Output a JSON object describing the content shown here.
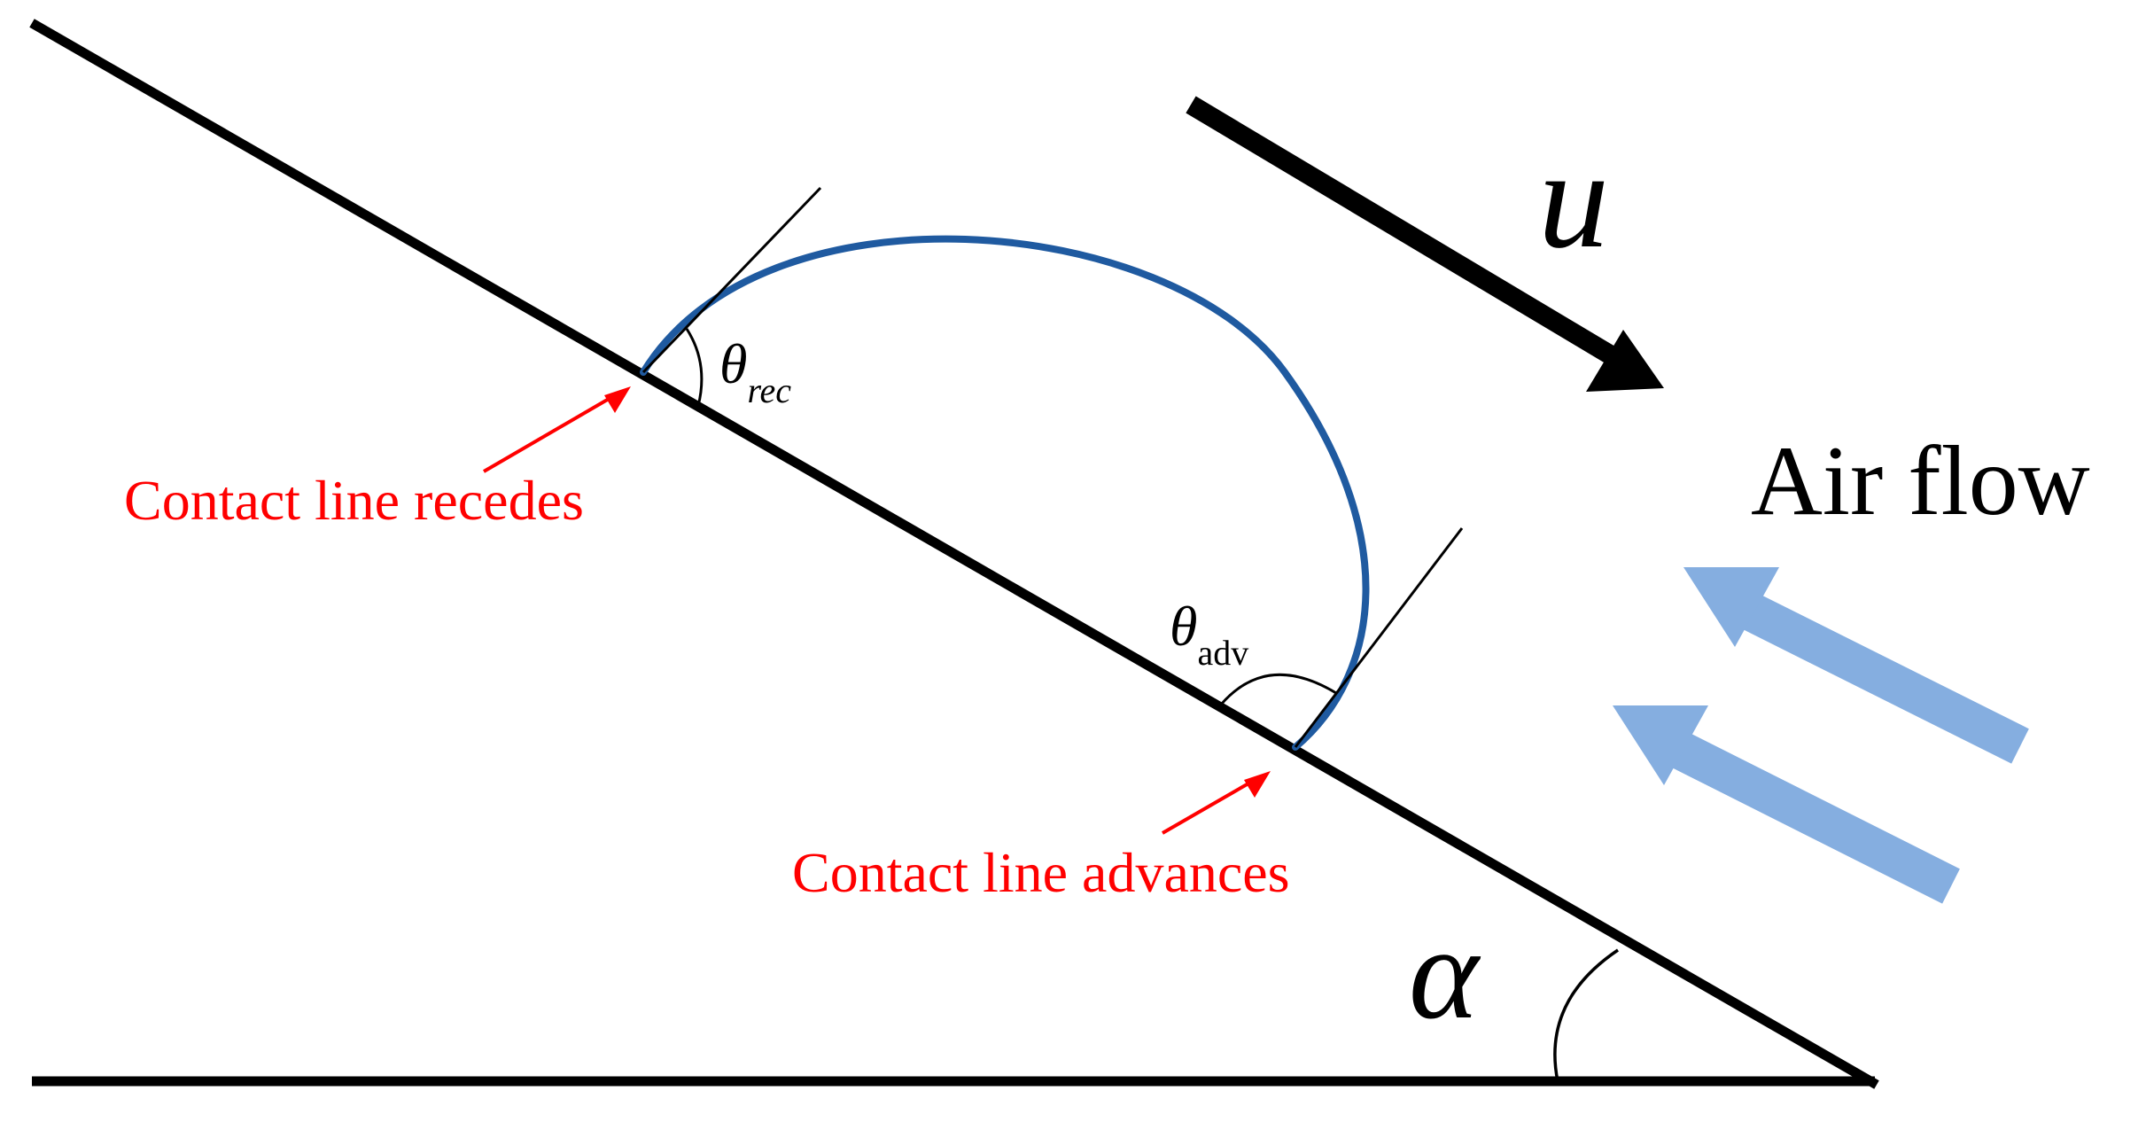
{
  "labels": {
    "velocity_symbol": "u",
    "air_flow": "Air flow",
    "theta_symbol": "θ",
    "theta_rec_subscript": "rec",
    "theta_adv_subscript": "adv",
    "contact_line_recedes": "Contact line recedes",
    "contact_line_advances": "Contact line advances",
    "incline_angle_symbol": "α"
  },
  "colors": {
    "line": "#000000",
    "droplet": "#1f5aa0",
    "annotation": "#ff0000",
    "air_flow_arrows": "#85aee0"
  },
  "icons": {
    "velocity_arrow": "arrow-down-right",
    "air_flow_arrows": "arrow-up-left"
  }
}
